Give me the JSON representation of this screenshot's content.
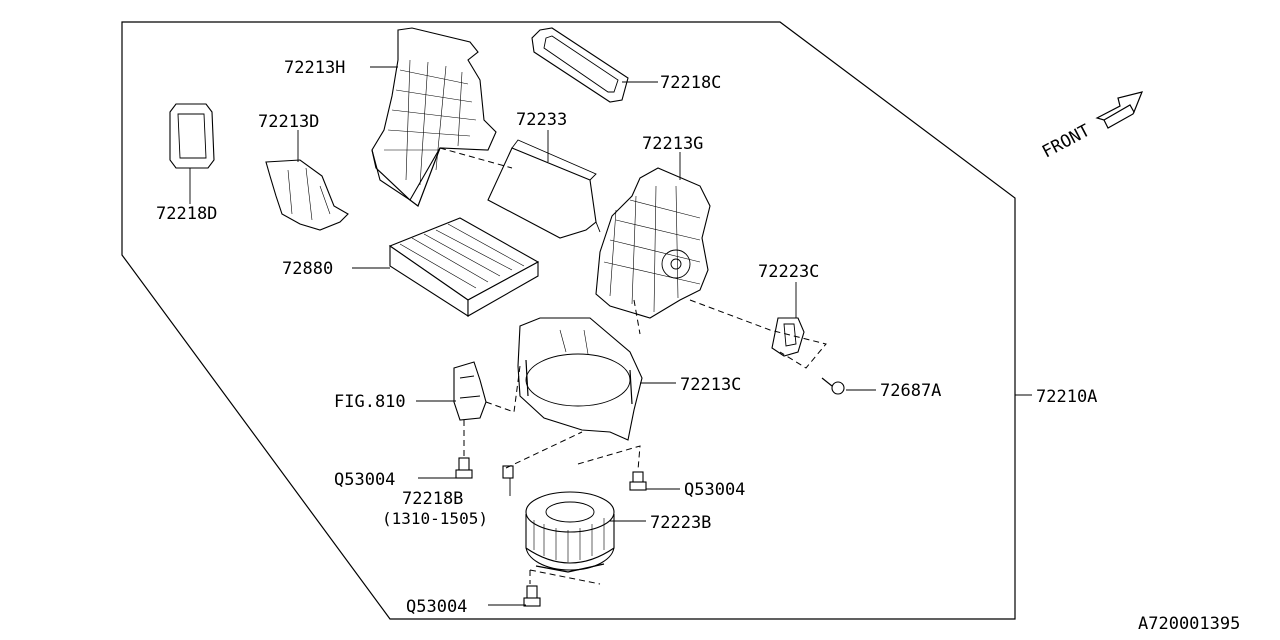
{
  "diagram": {
    "doc_id": "A720001395",
    "front_label": "FRONT",
    "callouts": {
      "c72213H": "72213H",
      "c72218C": "72218C",
      "c72213D": "72213D",
      "c72233": "72233",
      "c72213G": "72213G",
      "c72218D": "72218D",
      "c72880": "72880",
      "c72223C": "72223C",
      "cFIG810": "FIG.810",
      "c72213C": "72213C",
      "c72687A": "72687A",
      "c72210A": "72210A",
      "cQ53004a": "Q53004",
      "c72218B": "72218B",
      "c72218Bnote": "(1310-1505)",
      "cQ53004b": "Q53004",
      "c72223B": "72223B",
      "cQ53004c": "Q53004"
    }
  }
}
